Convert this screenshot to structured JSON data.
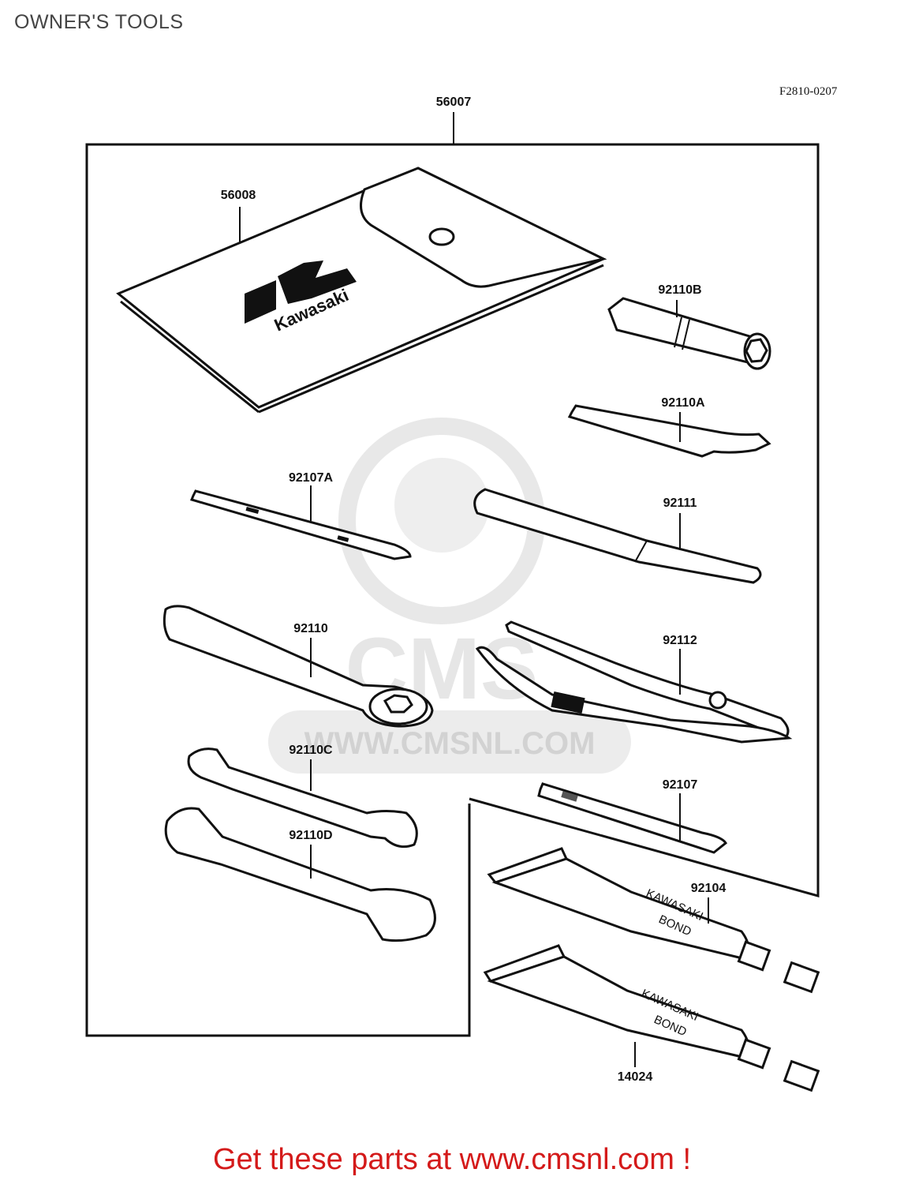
{
  "page": {
    "title": "OWNER'S TOOLS",
    "figure_ref": "F2810-0207",
    "footer": "Get these parts at www.cmsnl.com !"
  },
  "watermark": {
    "brand": "CMS",
    "url": "WWW.CMSNL.COM"
  },
  "pouch": {
    "brand_text": "Kawasaki"
  },
  "tube_text": [
    "KAWASAKI",
    "BOND"
  ],
  "parts": [
    {
      "id": "56007"
    },
    {
      "id": "56008"
    },
    {
      "id": "92110B"
    },
    {
      "id": "92110A"
    },
    {
      "id": "92107A"
    },
    {
      "id": "92111"
    },
    {
      "id": "92110"
    },
    {
      "id": "92112"
    },
    {
      "id": "92110C"
    },
    {
      "id": "92110D"
    },
    {
      "id": "92107"
    },
    {
      "id": "92104"
    },
    {
      "id": "14024"
    }
  ],
  "colors": {
    "line": "#111111",
    "watermark": "#e6e6e6",
    "footer": "#d41a1a"
  }
}
